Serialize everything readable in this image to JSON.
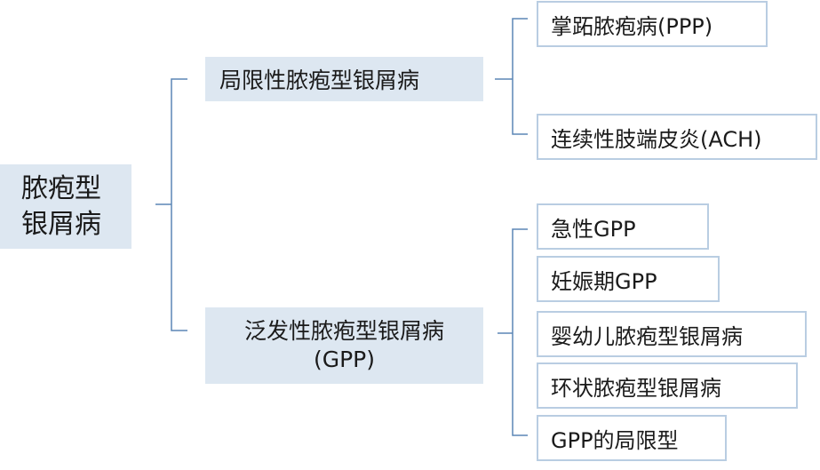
{
  "root": {
    "line1": "脓疱型",
    "line2": "银屑病"
  },
  "branches": [
    {
      "label": "局限性脓疱型银屑病",
      "children": [
        "掌跖脓疱病(PPP)",
        "连续性肢端皮炎(ACH)"
      ]
    },
    {
      "label_line1": "泛发性脓疱型银屑病",
      "label_line2": "(GPP)",
      "children": [
        "急性GPP",
        "妊娠期GPP",
        "婴幼儿脓疱型银屑病",
        "环状脓疱型银屑病",
        "GPP的局限型"
      ]
    }
  ],
  "colors": {
    "fill": "#dde7f1",
    "border": "#b9cde2",
    "line": "#5b86b5"
  }
}
